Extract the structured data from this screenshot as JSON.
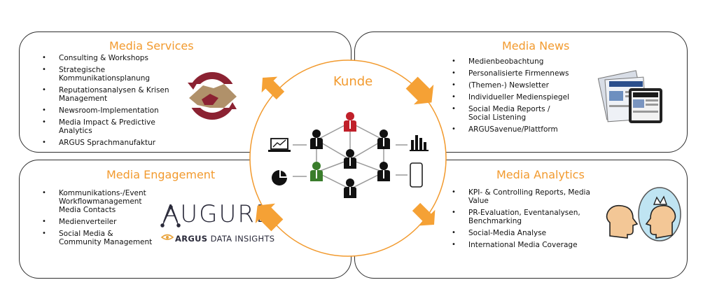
{
  "center": {
    "label": "Kunde"
  },
  "services": {
    "title": "Media Services",
    "items": [
      [
        "Consulting & Workshops"
      ],
      [
        "Strategische",
        "Kommunikationsplanung"
      ],
      [
        "Reputationsanalysen & Krisen",
        "Management"
      ],
      [
        "Newsroom-Implementation"
      ],
      [
        "Media Impact & Predictive",
        "Analytics"
      ],
      [
        "ARGUS Sprachmanufaktur"
      ]
    ]
  },
  "news": {
    "title": "Media News",
    "items": [
      [
        "Medienbeobachtung"
      ],
      [
        "Personalisierte Firmennews"
      ],
      [
        "(Themen-) Newsletter"
      ],
      [
        "Individueller Medienspiegel"
      ],
      [
        "Social Media Reports /",
        "Social Listening"
      ],
      [
        "ARGUSavenue/Plattform"
      ]
    ]
  },
  "engagement": {
    "title": "Media Engagement",
    "items": [
      [
        "Kommunikations-/Event",
        "Workflowmanagement",
        "Media Contacts"
      ],
      [
        "Medienverteiler"
      ],
      [
        "Social Media &",
        "Community Management"
      ]
    ],
    "logo_name": "AUGURE",
    "logo_sub_bold": "ARGUS",
    "logo_sub_rest": "DATA INSIGHTS"
  },
  "analytics": {
    "title": "Media Analytics",
    "items": [
      [
        "KPI- & Controlling Reports, Media",
        "Value"
      ],
      [
        "PR-Evaluation, Eventanalysen,",
        "Benchmarking"
      ],
      [
        "Social-Media Analyse"
      ],
      [
        "International Media Coverage"
      ]
    ]
  },
  "colors": {
    "accent": "#f29a2e",
    "arrow": "#f5a135",
    "handshake": "#8b2232",
    "handshake_gold": "#b0916a",
    "person_red": "#c0202a",
    "person_green": "#3a7d2c",
    "person_black": "#111111",
    "network_line": "#9a9a9a"
  },
  "icons": [
    "handshake-icon",
    "newspapers-tablet-icon",
    "faces-mirror-icon",
    "laptop-chart-icon",
    "pie-chart-icon",
    "bar-chart-icon",
    "smartphone-icon"
  ]
}
